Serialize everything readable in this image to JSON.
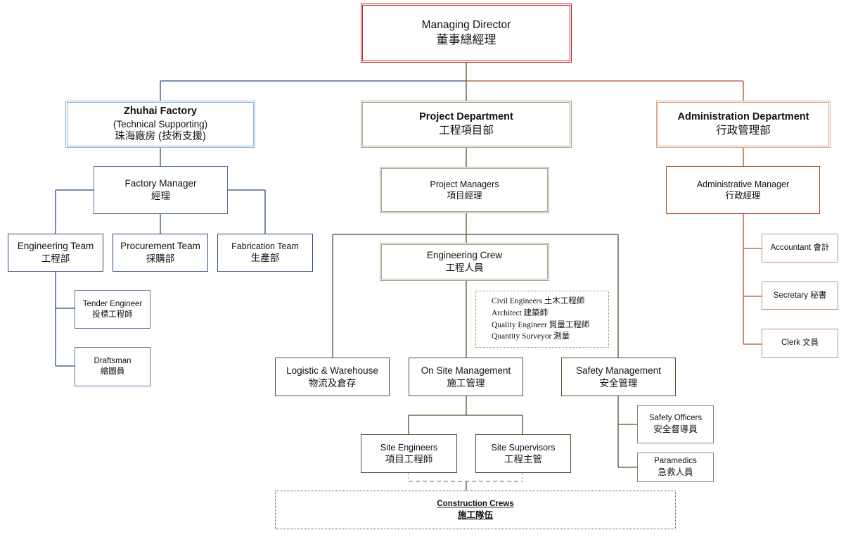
{
  "managing_director": {
    "en": "Managing Director",
    "zh": "董事總經理"
  },
  "zhuhai": {
    "title": "Zhuhai Factory",
    "line2": "(Technical Supporting)",
    "zh": "珠海廠房 (技術支援)"
  },
  "factory_manager": {
    "en": "Factory Manager",
    "zh": "經理"
  },
  "engineering_team": {
    "en": "Engineering  Team",
    "zh": "工程部"
  },
  "procurement_team": {
    "en": "Procurement Team",
    "zh": "採購部"
  },
  "fabrication_team": {
    "en": "Fabrication Team",
    "zh": "生產部"
  },
  "tender_engineer": {
    "en": "Tender Engineer",
    "zh": "投標工程師"
  },
  "draftsman": {
    "en": "Draftsman",
    "zh": "繪圖員"
  },
  "project_department": {
    "en": "Project Department",
    "zh": "工程項目部"
  },
  "project_managers": {
    "en": "Project Managers",
    "zh": "項目經理"
  },
  "engineering_crew": {
    "en": "Engineering  Crew",
    "zh": "工程人員"
  },
  "crew_list": [
    "Civil Engineers 土木工程師",
    "Architect 建築師",
    "Quality Engineer 質量工程師",
    "Quantity Surveyor 測量"
  ],
  "logistic": {
    "en": "Logistic & Warehouse",
    "zh": "物流及倉存"
  },
  "onsite": {
    "en": "On Site Management",
    "zh": "施工管理"
  },
  "safety": {
    "en": "Safety  Management",
    "zh": "安全管理"
  },
  "site_engineers": {
    "en": "Site Engineers",
    "zh": "項目工程師"
  },
  "site_supervisors": {
    "en": "Site Supervisors",
    "zh": "工程主管"
  },
  "safety_officers": {
    "en": "Safety Officers",
    "zh": "安全督導員"
  },
  "paramedics": {
    "en": "Paramedics",
    "zh": "急救人員"
  },
  "construction_crews": {
    "en": "Construction Crews",
    "zh": "施工隊伍"
  },
  "administration": {
    "en": "Administration Department",
    "zh": "行政管理部"
  },
  "admin_manager": {
    "en": "Administrative Manager",
    "zh": "行政經理"
  },
  "accountant": {
    "label": "Accountant 會計"
  },
  "secretary": {
    "label": "Secretary 秘書"
  },
  "clerk": {
    "label": "Clerk 文員"
  },
  "colors": {
    "director": "#b8262c",
    "factory_branch": "#2f4a7a",
    "project_branch": "#4e5330",
    "admin_branch": "#a8552a"
  }
}
